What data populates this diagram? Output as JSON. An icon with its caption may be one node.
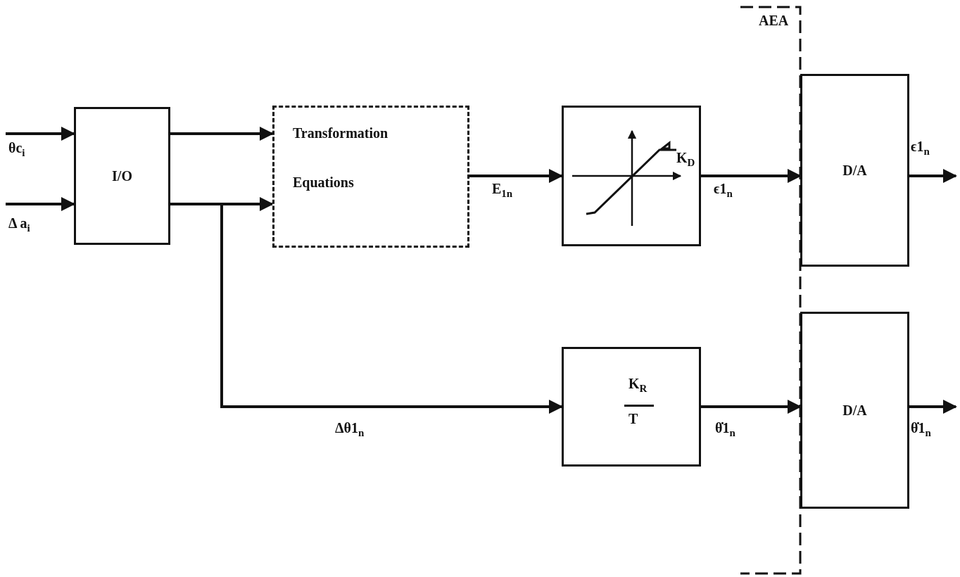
{
  "diagram": {
    "nodes": [
      {
        "text": [
          "I/O"
        ]
      },
      {
        "text": [
          "Transformation",
          "Equations"
        ]
      },
      {
        "text": [
          "K$_{D}$"
        ]
      },
      {
        "text": [
          "K$_{R}$",
          "T"
        ]
      },
      {
        "text": [
          "D/A"
        ]
      },
      {
        "text": [
          "D/A"
        ]
      }
    ],
    "labels": [
      "AEA"
    ],
    "edges": [
      {
        "from": null,
        "to": 0,
        "arrow": "to",
        "label": "θc$_{i}$"
      },
      {
        "from": null,
        "to": 0,
        "arrow": "to",
        "label": "Δ a$_{i}$"
      },
      {
        "from": 0,
        "to": 1,
        "arrow": "to"
      },
      {
        "from": 0,
        "to": 1,
        "arrow": "to"
      },
      {
        "from": 0,
        "to": 3,
        "arrow": "to",
        "label": "Δθ1$_{n}$"
      },
      {
        "from": 1,
        "to": 2,
        "arrow": "to",
        "label": "E$_{1}$$_{n}$"
      },
      {
        "from": 2,
        "to": 4,
        "arrow": "to",
        "label": "ϵ1$_{n}$"
      },
      {
        "from": 4,
        "to": null,
        "arrow": "to",
        "label": "ϵ1$_{n}$"
      },
      {
        "from": 3,
        "to": 5,
        "arrow": "to",
        "label": "θ̇1$_{n}$"
      },
      {
        "from": 5,
        "to": null,
        "arrow": "to",
        "label": "θ̇1$_{n}$"
      }
    ]
  }
}
